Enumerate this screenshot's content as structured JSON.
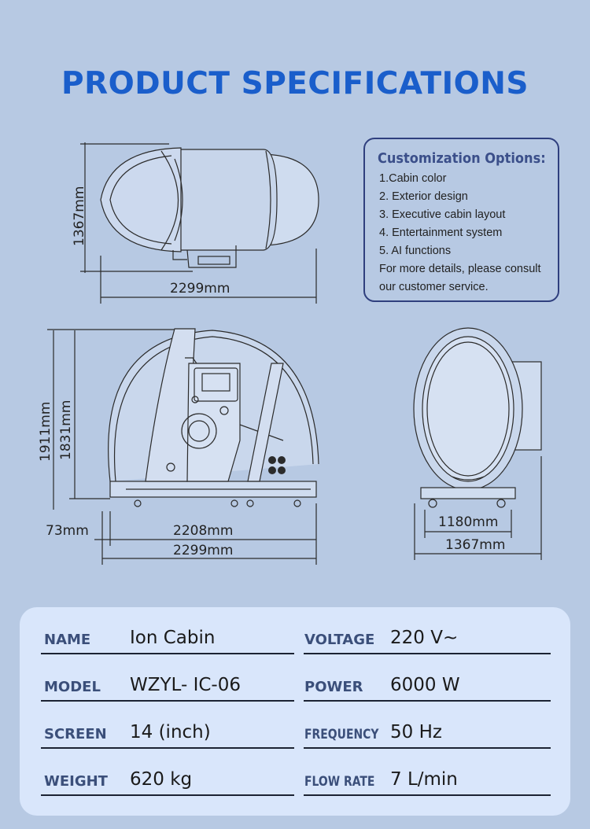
{
  "title": "PRODUCT SPECIFICATIONS",
  "customization": {
    "heading": "Customization Options:",
    "lines": [
      "1.Cabin color",
      "2. Exterior design",
      "3. Executive cabin layout",
      "4. Entertainment system",
      "5. AI functions",
      "For more details, please consult",
      "our customer service."
    ]
  },
  "dimensions": {
    "top_height": "1367mm",
    "top_length": "2299mm",
    "side_height_outer": "1911mm",
    "side_height_inner": "1831mm",
    "side_gap": "73mm",
    "side_length_inner": "2208mm",
    "side_length_outer": "2299mm",
    "front_width_inner": "1180mm",
    "front_width_outer": "1367mm"
  },
  "specs": {
    "name_label": "NAME",
    "name_value": "Ion Cabin",
    "voltage_label": "VOLTAGE",
    "voltage_value": "220 V~",
    "model_label": "MODEL",
    "model_value": "WZYL- IC-06",
    "power_label": "POWER",
    "power_value": "6000 W",
    "screen_label": "SCREEN",
    "screen_value": "14 (inch)",
    "frequency_label": "FREQUENCY",
    "frequency_value": "50 Hz",
    "weight_label": "WEIGHT",
    "weight_value": "620 kg",
    "flowrate_label": "FLOW RATE",
    "flowrate_value": "7 L/min"
  }
}
